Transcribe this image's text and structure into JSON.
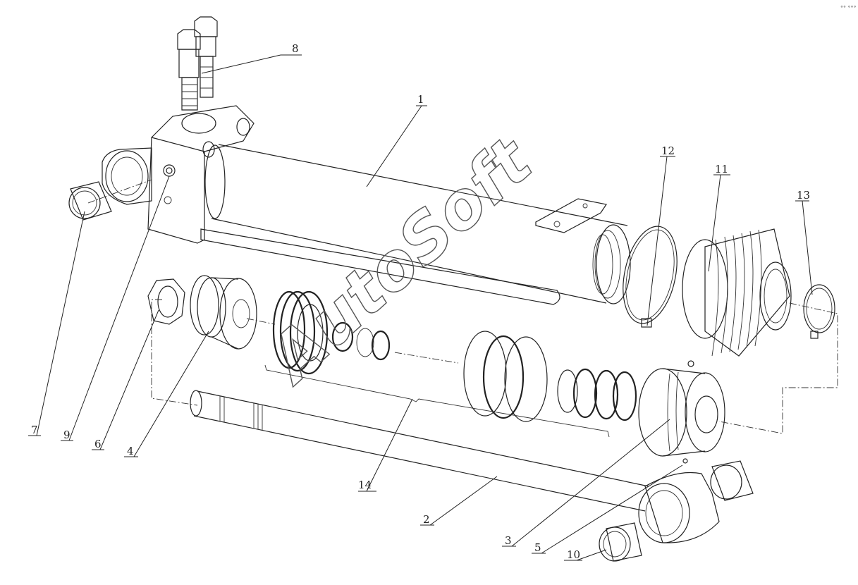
{
  "watermark": "AutoSoft",
  "corner_mark": "°° °°°",
  "callouts": {
    "p1": "1",
    "p2": "2",
    "p3": "3",
    "p4": "4",
    "p5": "5",
    "p6": "6",
    "p7": "7",
    "p8": "8",
    "p9": "9",
    "p10": "10",
    "p11": "11",
    "p12": "12",
    "p13": "13",
    "p14": "14"
  }
}
